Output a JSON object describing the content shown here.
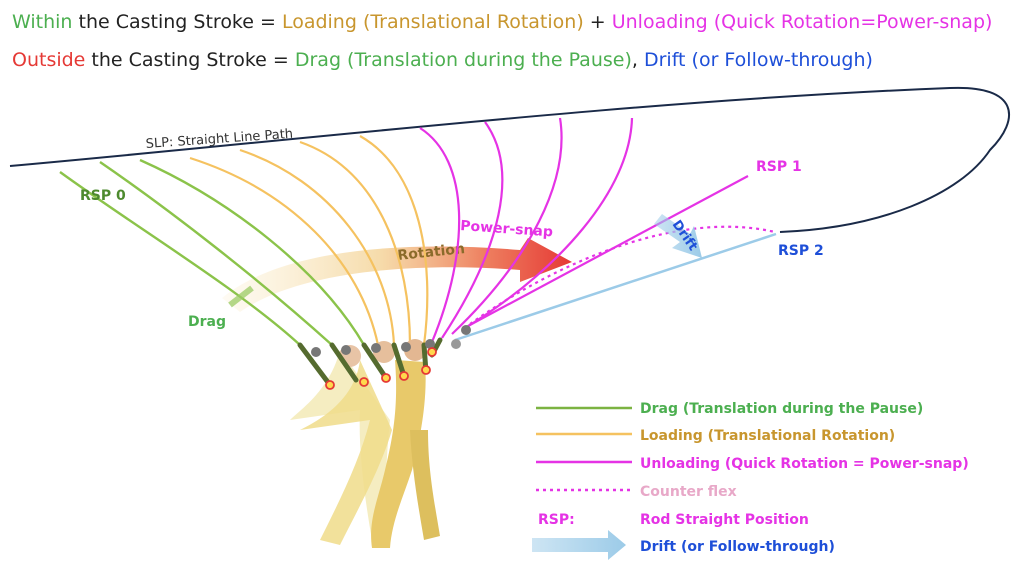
{
  "colors": {
    "drag": "#7cb342",
    "drag_text": "#4caf50",
    "loading": "#f5c260",
    "loading_text": "#c8962e",
    "unloading": "#e533e5",
    "counterflex_text": "#e8a8c8",
    "drift": "#9ccbe8",
    "drift_text": "#1e4fd8",
    "outside": "#e53935",
    "line": "#1a2a48"
  },
  "header": {
    "line1": {
      "within": "Within",
      "casting_stroke": " the Casting Stroke = ",
      "loading": "Loading (Translational Rotation)",
      "plus": " + ",
      "unloading": "Unloading (Quick Rotation=Power-snap)"
    },
    "line2": {
      "outside": "Outside",
      "casting_stroke": " the Casting Stroke = ",
      "drag": "Drag (Translation during the Pause)",
      "comma": ", ",
      "drift": "Drift (or Follow-through)"
    }
  },
  "diagram": {
    "slp": "SLP: Straight Line Path",
    "rsp0": "RSP 0",
    "rsp1": "RSP 1",
    "rsp2": "RSP 2",
    "drag": "Drag",
    "rotation": "Rotation",
    "power_snap": "Power-snap",
    "drift": "Drift"
  },
  "legend": {
    "drag": "Drag (Translation during the Pause)",
    "loading": "Loading (Translational Rotation)",
    "unloading": "Unloading (Quick Rotation = Power-snap)",
    "counter_flex": "Counter flex",
    "rsp_key": "RSP:",
    "rsp_value": "Rod Straight Position",
    "drift": "Drift (or Follow-through)"
  }
}
